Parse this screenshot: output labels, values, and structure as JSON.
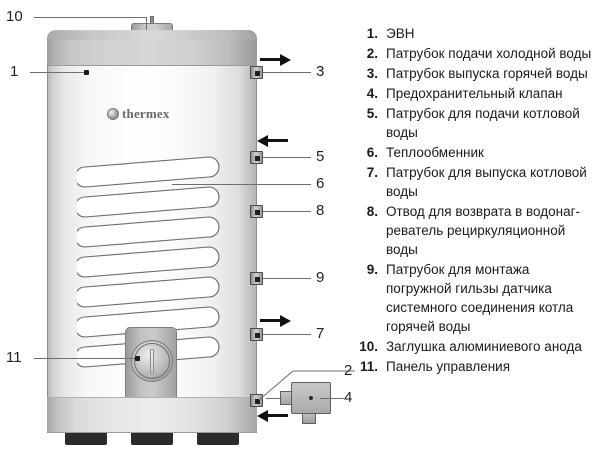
{
  "diagram": {
    "product_brand": "thermex",
    "appliance": "water-heater-with-heat-exchanger"
  },
  "legend": {
    "items": [
      {
        "num": "1.",
        "text": "ЭВН"
      },
      {
        "num": "2.",
        "text": "Патрубок подачи холодной воды"
      },
      {
        "num": "3.",
        "text": "Патрубок выпуска горячей воды"
      },
      {
        "num": "4.",
        "text": "Предохранительный клапан"
      },
      {
        "num": "5.",
        "text": "Патрубок для подачи котловой воды"
      },
      {
        "num": "6.",
        "text": "Теплообменник"
      },
      {
        "num": "7.",
        "text": "Патрубок для выпуска котловой воды"
      },
      {
        "num": "8.",
        "text": "Отвод для возврата в водонаг-реватель рециркуляционной воды"
      },
      {
        "num": "9.",
        "text": "Патрубок для монтажа погружной гильзы датчика системного соединения котла горячей воды"
      },
      {
        "num": "10.",
        "text": "Заглушка алюминиевого анода"
      },
      {
        "num": "11.",
        "text": "Панель управления"
      }
    ]
  },
  "callouts": {
    "c10": "10",
    "c1": "1",
    "c3": "3",
    "c5": "5",
    "c6": "6",
    "c8": "8",
    "c9": "9",
    "c7": "7",
    "c11": "11",
    "c2": "2",
    "c4": "4"
  },
  "colors": {
    "leader_line": "#6e6e6e",
    "arrow": "#111111",
    "tank_body": "#ffffff",
    "tank_band": "#d2d2d2",
    "text": "#1a1a1a"
  }
}
